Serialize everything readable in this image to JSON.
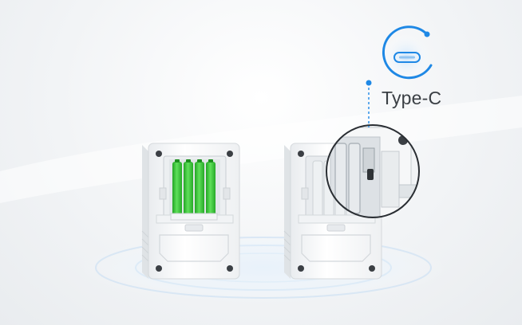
{
  "callout": {
    "label": "Type-C"
  },
  "colors": {
    "accent": "#1e88e5",
    "battery_green": "#3cc43a",
    "device_body": "#f7f8f9"
  },
  "icons": {
    "port": "usb-c-port-icon"
  },
  "devices": [
    {
      "name": "device-with-batteries",
      "battery_cells": 4
    },
    {
      "name": "device-with-typec-port",
      "battery_cells": 0
    }
  ]
}
